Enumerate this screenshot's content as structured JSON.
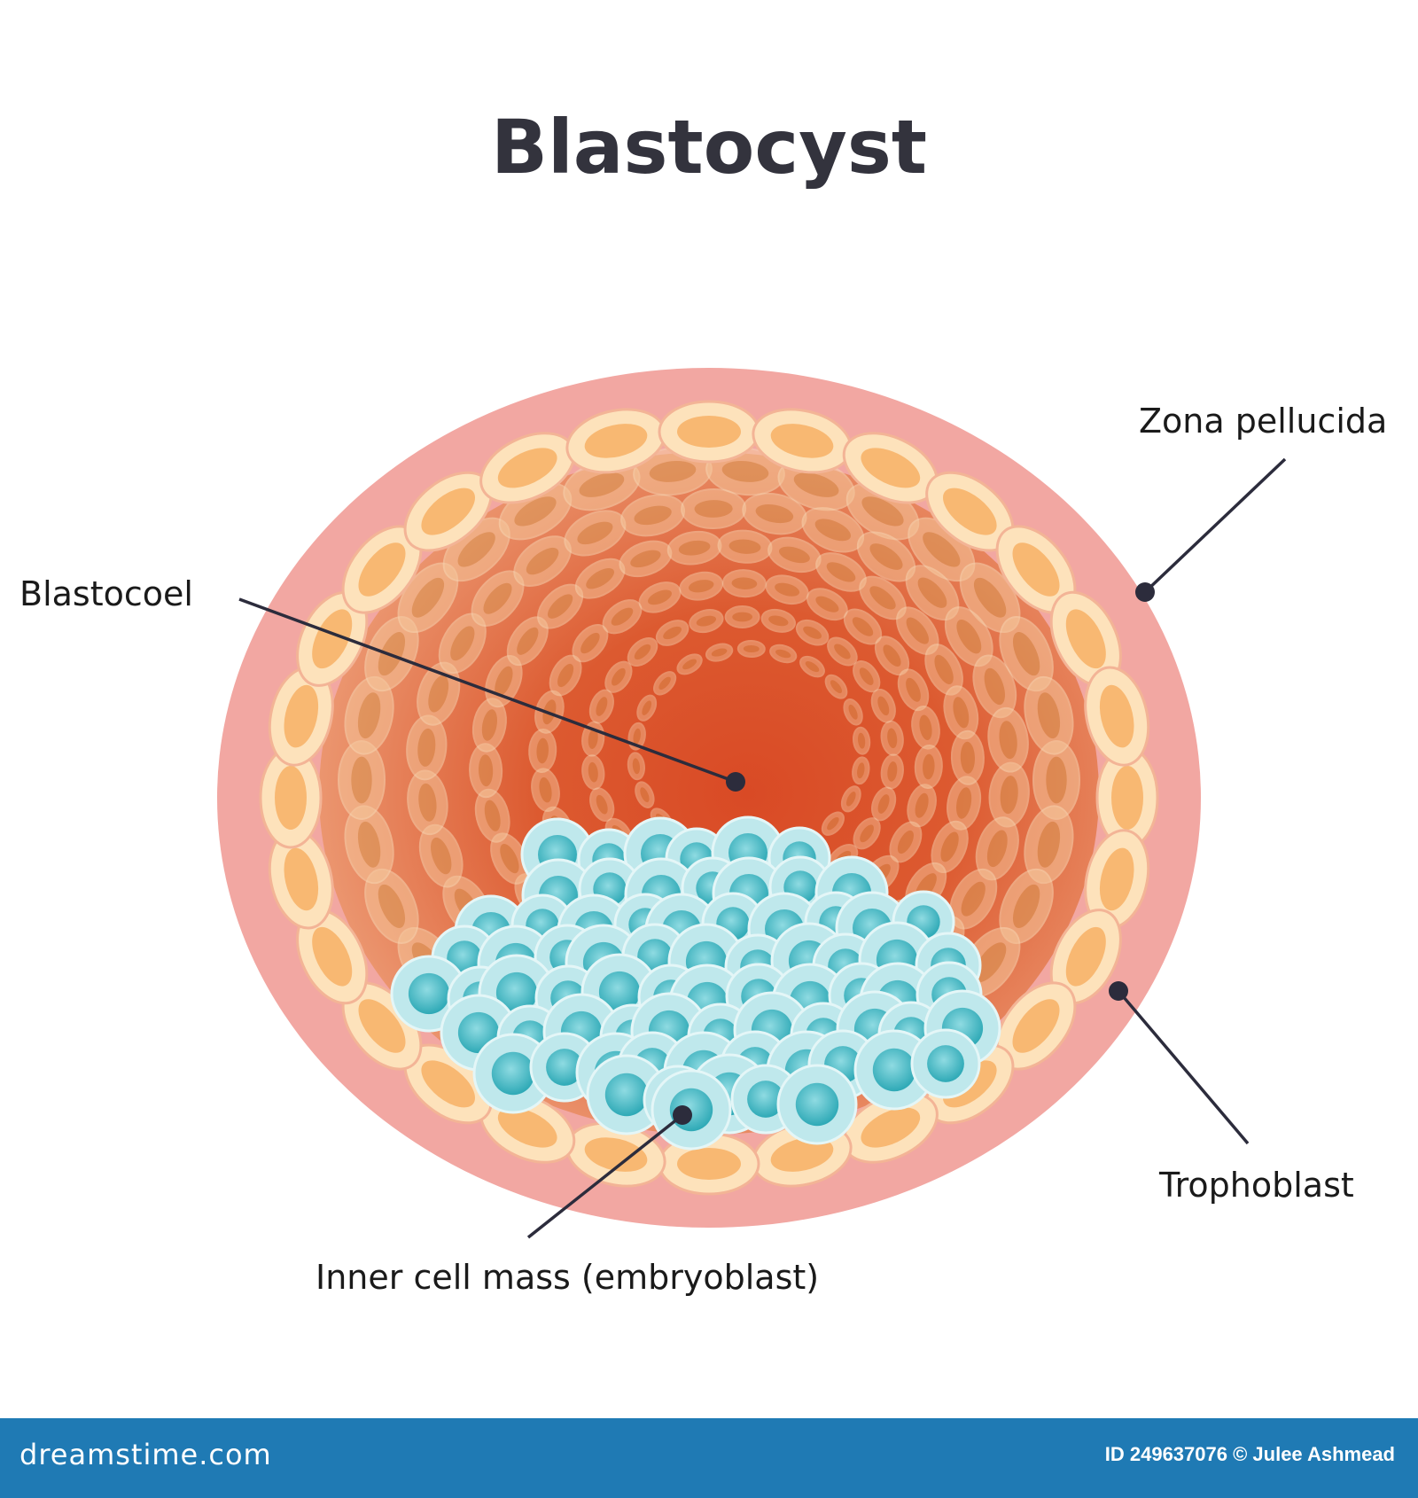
{
  "title": "Blastocyst",
  "labels": {
    "zona_pellucida": "Zona pellucida",
    "blastocoel": "Blastocoel",
    "trophoblast": "Trophoblast",
    "inner_cell_mass": "Inner cell mass (embryoblast)"
  },
  "footer": {
    "brand": "dreamstime.com",
    "credit": "ID 249637076 © Julee Ashmead"
  },
  "colors": {
    "zona": "#f2a7a2",
    "cavity_outer": "#e98a60",
    "cavity_center": "#d94a25",
    "trophoblast_cell": "#fde2bb",
    "trophoblast_nucleus": "#f8b872",
    "inner_cell": "#bfe8ec",
    "inner_nucleus": "#3db8c4",
    "pointer": "#2c2c3c",
    "footer": "#1f7ab4"
  }
}
